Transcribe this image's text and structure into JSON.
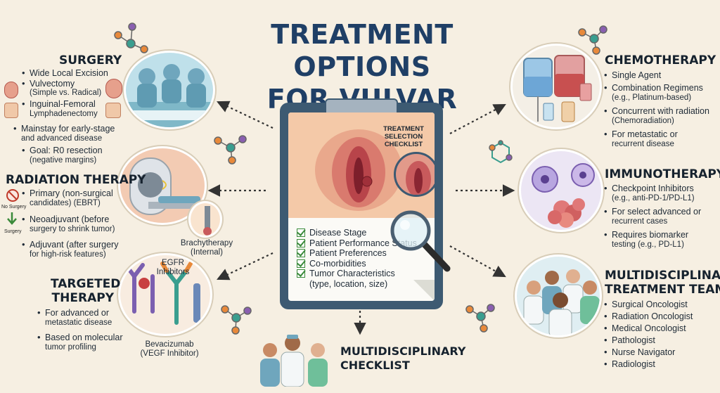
{
  "title": {
    "line1": "TREATMENT OPTIONS",
    "line2": "FOR VULVAR CANCER"
  },
  "center": {
    "checklist_title": {
      "line1": "TREATMENT",
      "line2": "SELECTION",
      "line3": "CHECKLIST"
    },
    "items": [
      "Disease Stage",
      "Patient Performance Status",
      "Patient Preferences",
      "Co-morbidities",
      "Tumor Characteristics",
      "(type, location, size)"
    ]
  },
  "surgery": {
    "title": "SURGERY",
    "items": [
      "Wide Local Excision",
      "Vulvectomy",
      "(Simple vs. Radical)",
      "Inguinal-Femoral",
      "Lymphadenectomy",
      "Mainstay for early-stage",
      "and advanced disease",
      "Goal: R0 resection",
      "(negative margins)"
    ]
  },
  "radiation": {
    "title": "RADIATION THERAPY",
    "no_surgery": "No Surgery",
    "surgery": "Surgery",
    "items": [
      "Primary (non-surgical",
      "candidates) (EBRT)",
      "Neoadjuvant (before",
      "surgery to shrink tumor)",
      "Adjuvant (after surgery",
      "for high-risk features)"
    ],
    "brachy_1": "Brachytherapy",
    "brachy_2": "(Internal)"
  },
  "targeted": {
    "title_1": "TARGETED",
    "title_2": "THERAPY",
    "egfr_1": "EGFR",
    "egfr_2": "Inhibitors",
    "items": [
      "For advanced or",
      "metastatic disease",
      "Based on molecular",
      "tumor profiling"
    ],
    "bev_1": "Bevacizumab",
    "bev_2": "(VEGF Inhibitor)"
  },
  "chemo": {
    "title": "CHEMOTHERAPY",
    "items": [
      "Single Agent",
      "Combination Regimens",
      "(e.g., Platinum-based)",
      "Concurrent with radiation",
      "(Chemoradiation)",
      "For metastatic or",
      "recurrent disease"
    ]
  },
  "immuno": {
    "title": "IMMUNOTHERAPY",
    "items": [
      "Checkpoint Inhibitors",
      "(e.g., anti-PD-1/PD-L1)",
      "For select advanced or",
      "recurrent cases",
      "Requires biomarker",
      "testing (e.g., PD-L1)"
    ]
  },
  "team": {
    "title_1": "MULTIDISCIPLINARY",
    "title_2": "TREATMENT TEAM",
    "items": [
      "Surgical Oncologist",
      "Radiation Oncologist",
      "Medical Oncologist",
      "Pathologist",
      "Nurse Navigator",
      "Radiologist"
    ]
  },
  "checklist_bottom": {
    "line1": "MULTIDISCIPLINARY",
    "line2": "CHECKLIST"
  },
  "colors": {
    "background": "#f6efe2",
    "title": "#1f3f66",
    "arrow": "#333333",
    "check": "#3a8a3a",
    "molecule_orange": "#e8893a",
    "molecule_teal": "#3a9e8f",
    "molecule_purple": "#8a5fb0"
  }
}
